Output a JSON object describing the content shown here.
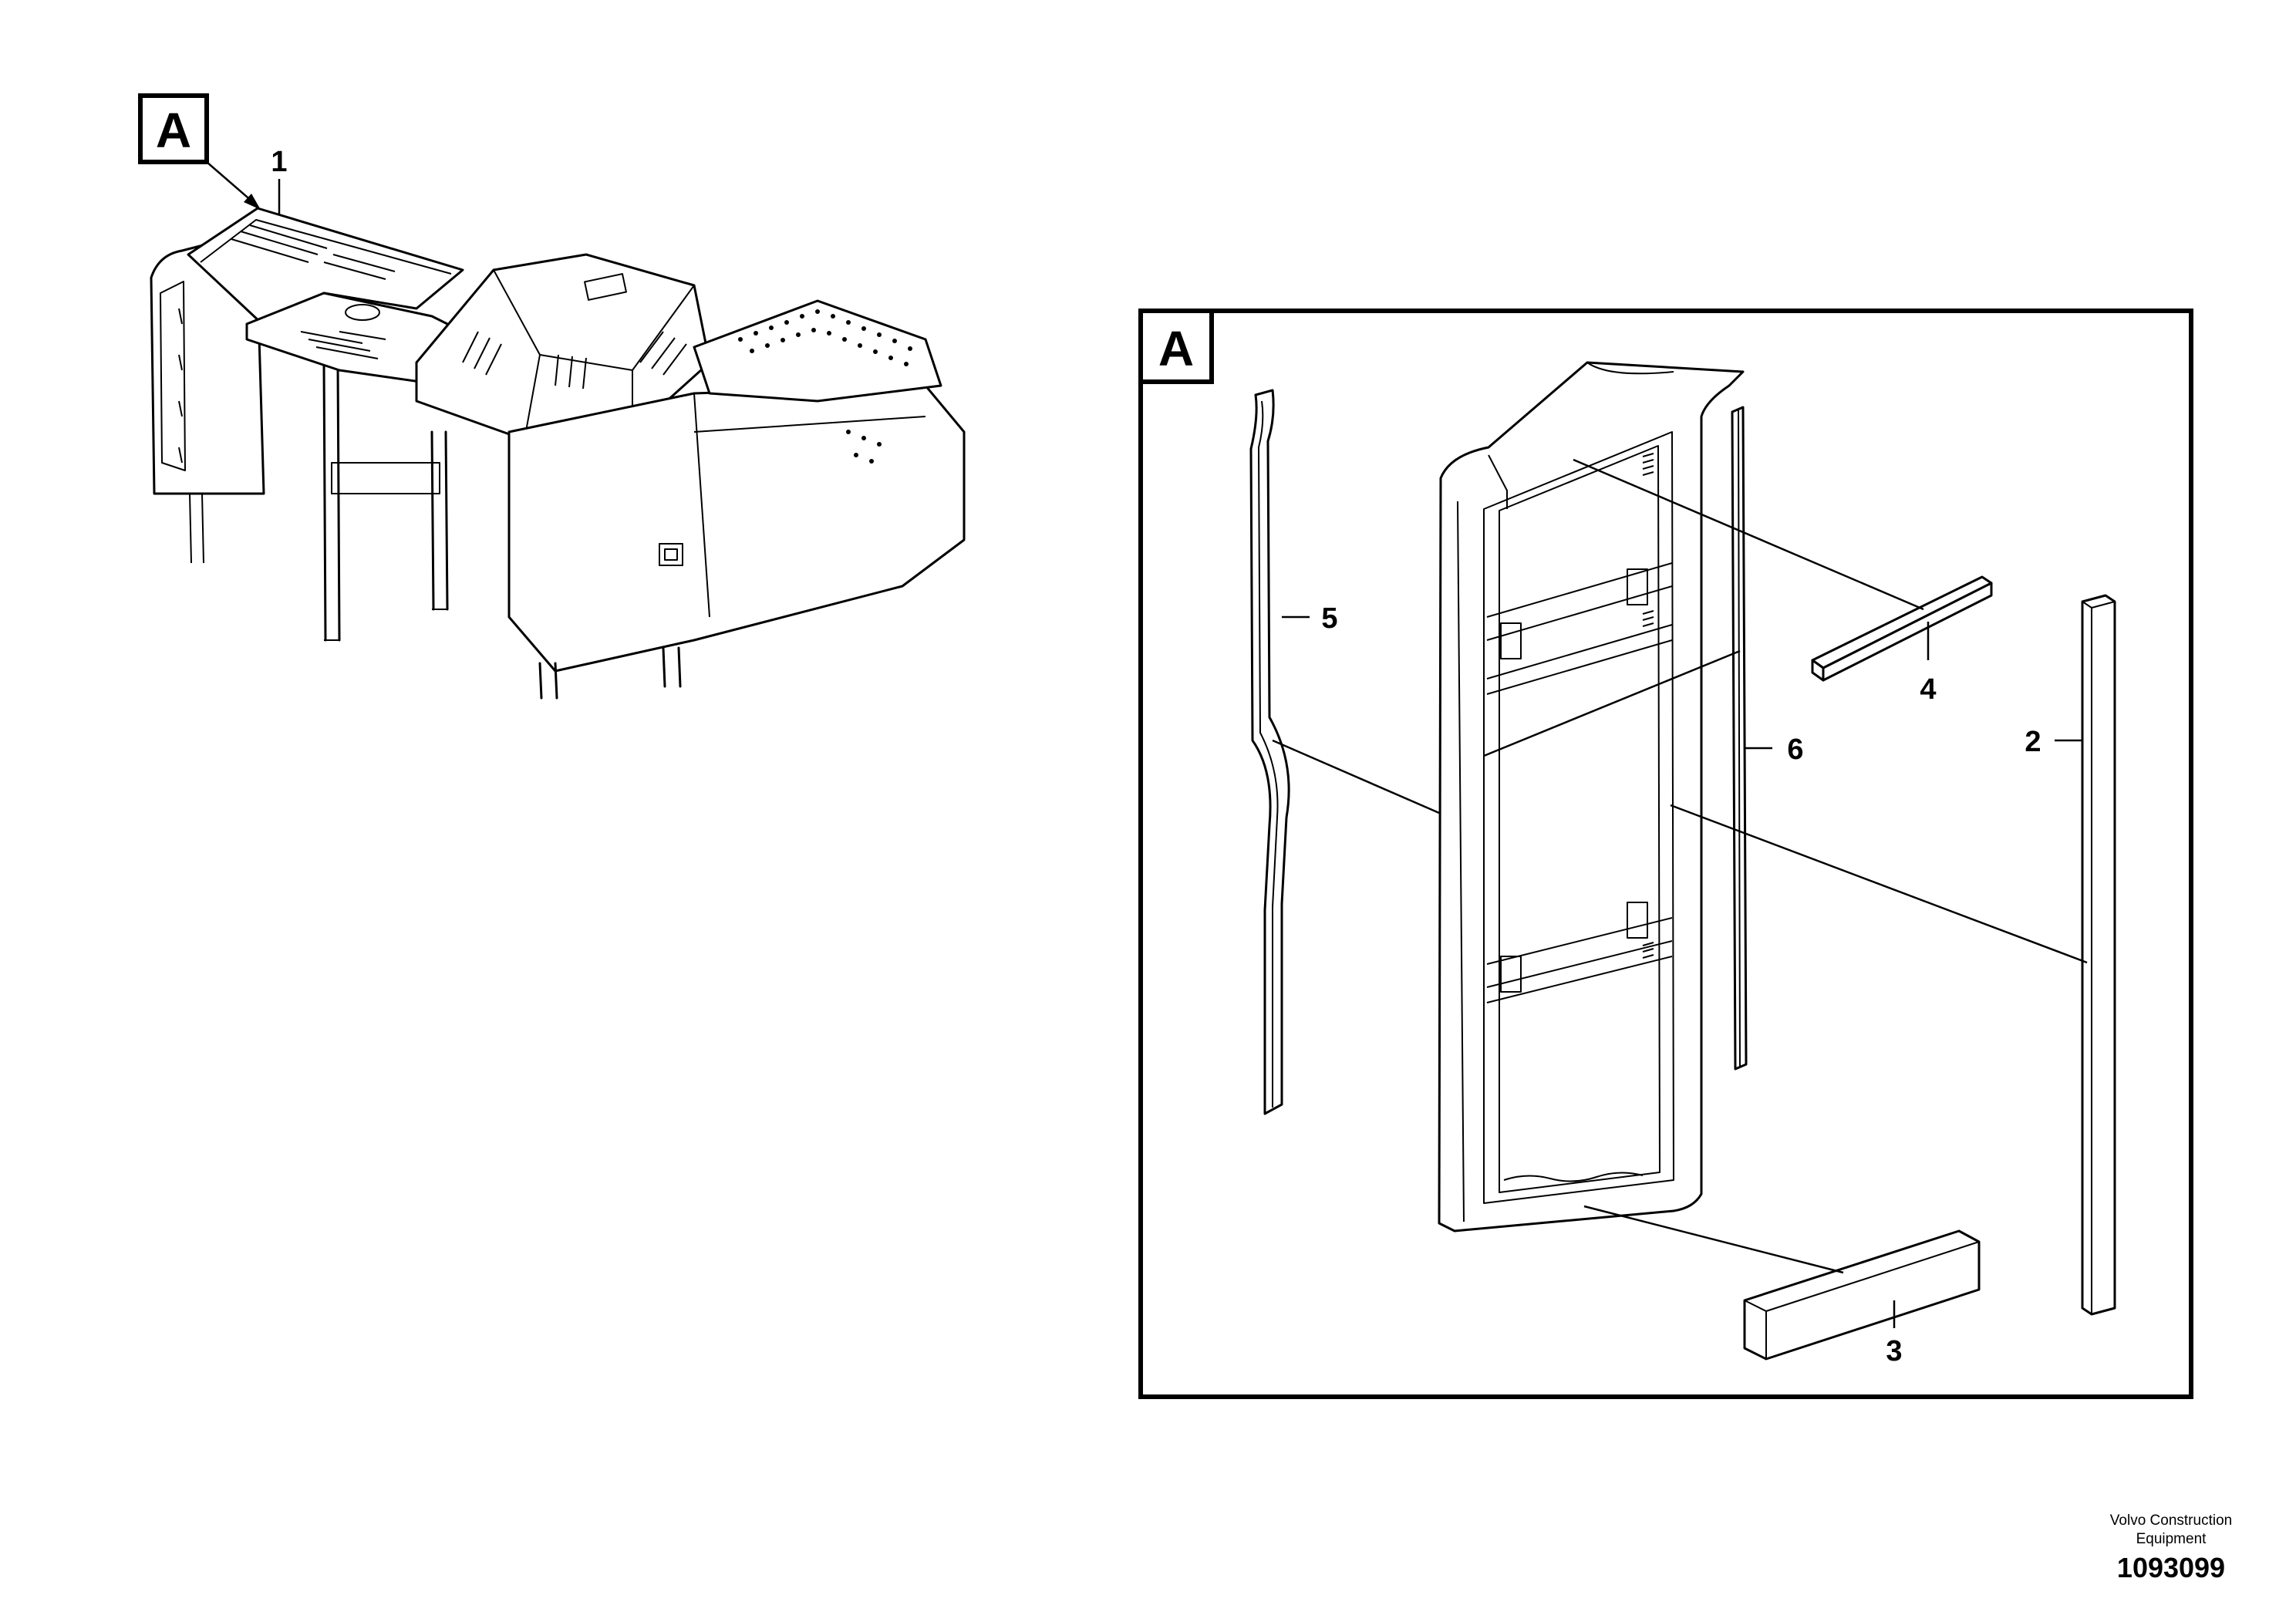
{
  "detail_marker": "A",
  "detail_box_label": "A",
  "callouts": {
    "c1": "1",
    "c2": "2",
    "c3": "3",
    "c4": "4",
    "c5": "5",
    "c6": "6"
  },
  "footer": {
    "company_line1": "Volvo Construction",
    "company_line2": "Equipment",
    "doc_number": "1093099"
  }
}
